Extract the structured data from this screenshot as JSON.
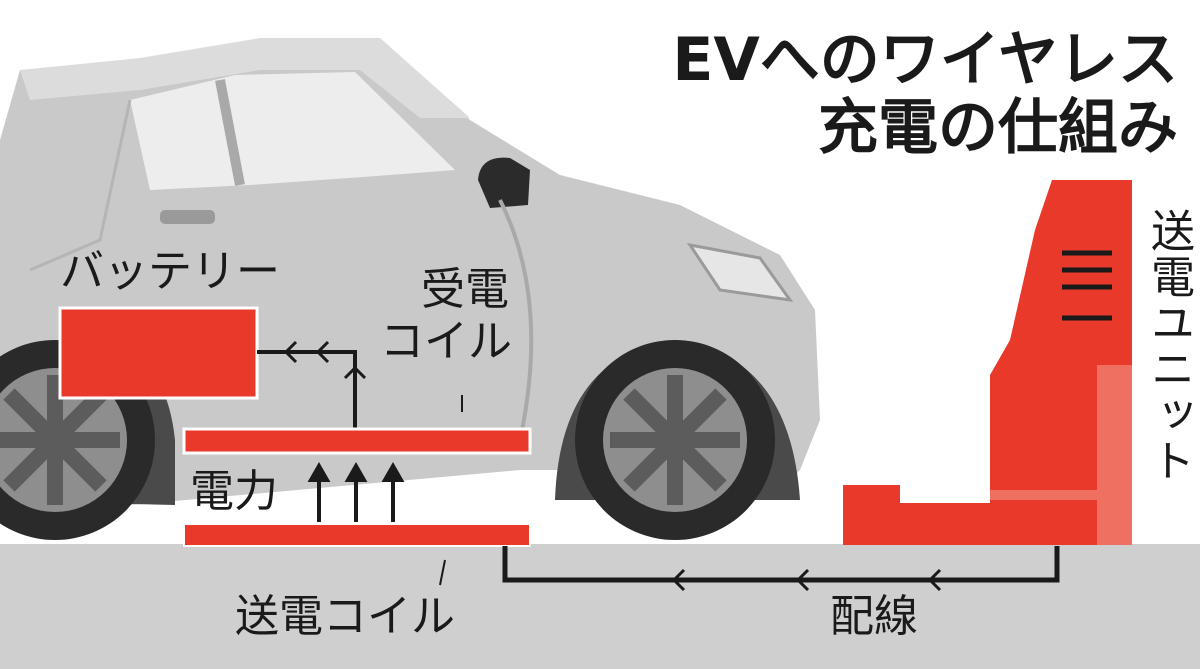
{
  "title": {
    "line1": "EVへのワイヤレス",
    "line2": "充電の仕組み"
  },
  "labels": {
    "battery": "バッテリー",
    "receiving_coil": "受電\nコイル",
    "receiving_coil_line1": "受電",
    "receiving_coil_line2": "コイル",
    "power": "電力",
    "transmitting_coil": "送電コイル",
    "power_unit": "送電ユニット",
    "wiring": "配線"
  },
  "colors": {
    "accent_red": "#e8392b",
    "car_body": "#c9c9c9",
    "ground": "#cfcfcf",
    "text": "#1a1a1a"
  }
}
